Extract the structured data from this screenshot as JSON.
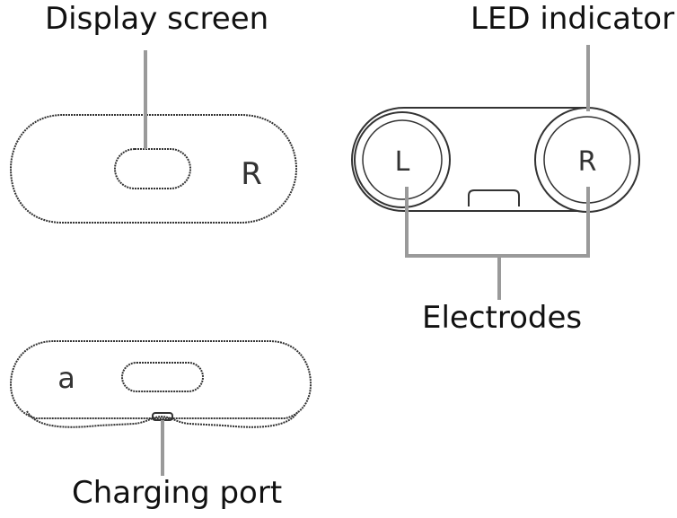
{
  "labels": {
    "display_screen": "Display screen",
    "led_indicator": "LED indicator",
    "electrodes": "Electrodes",
    "charging_port": "Charging port"
  },
  "device_marks": {
    "top_view_side": "R",
    "bottom_view_side": "a",
    "left_electrode": "L",
    "right_electrode": "R"
  },
  "colors": {
    "outline": "#333333",
    "leader": "#9a9a9a",
    "text": "#111111"
  }
}
